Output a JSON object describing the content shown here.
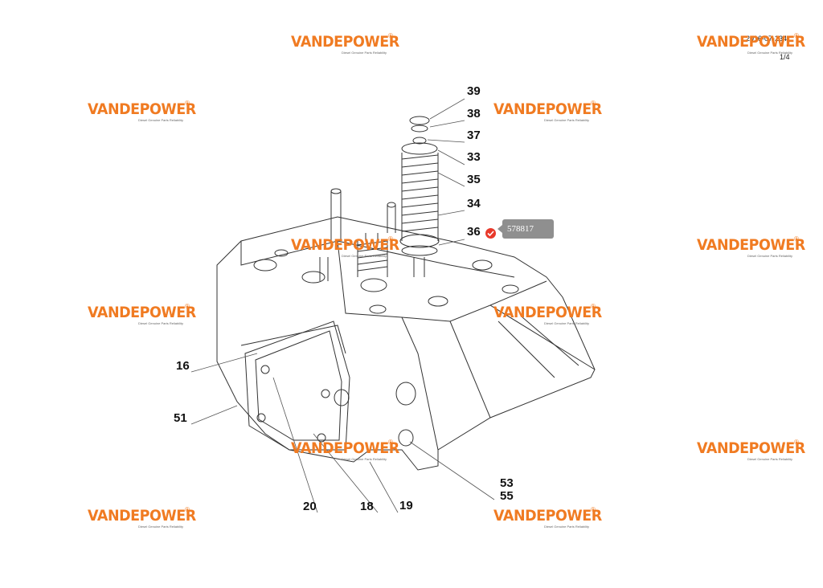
{
  "brand": {
    "name": "VANDEPOWER",
    "registered": "®",
    "tagline": "Diesel Genuine Parts Reliability",
    "color": "#f07b22"
  },
  "page": {
    "ref_top": "2016-07-234",
    "ref_sub": "1/4"
  },
  "tooltip": {
    "part_number": "578817"
  },
  "callouts": [
    "39",
    "38",
    "37",
    "33",
    "35",
    "34",
    "36",
    "16",
    "51",
    "20",
    "18",
    "19",
    "53",
    "55"
  ],
  "colors": {
    "line": "#333333",
    "callout": "#111111",
    "tooltip_bg": "#8f8f8f",
    "check": "#e8392b"
  }
}
